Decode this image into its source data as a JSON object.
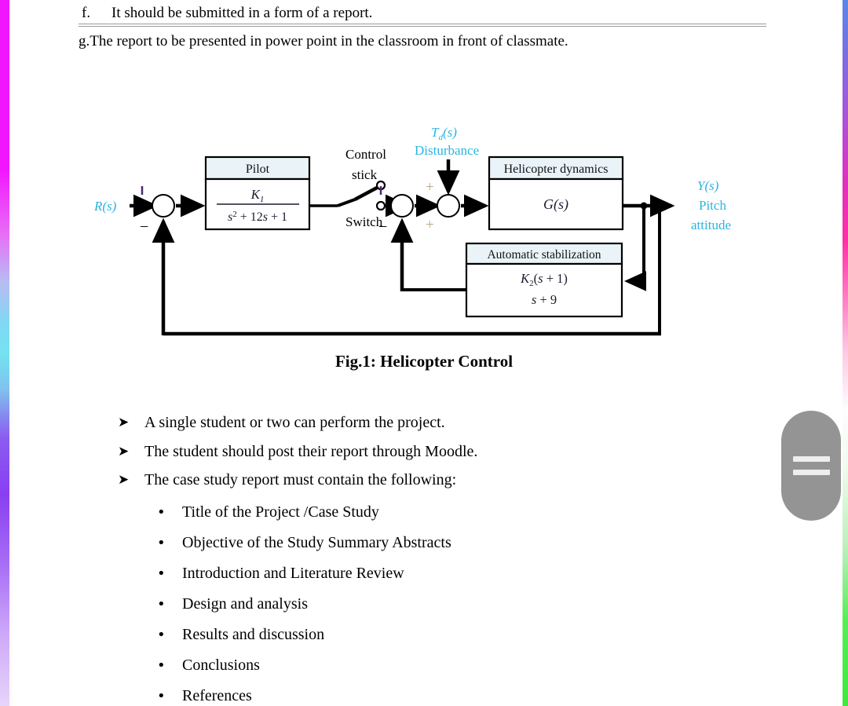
{
  "document": {
    "top_items": [
      {
        "marker": "f.",
        "text": "It should be submitted in a form of a report."
      },
      {
        "marker": "g.",
        "text": "The report to be presented in power point in the classroom in front of classmate."
      }
    ],
    "figure_caption": "Fig.1: Helicopter Control",
    "arrow_bullets": [
      {
        "glyph": "➤",
        "text": "A single student or two can perform the project."
      },
      {
        "glyph": "➤",
        "text": "The student should post their report through Moodle."
      },
      {
        "glyph": "➤",
        "text": "The case study report must contain the following:"
      }
    ],
    "dot_bullets": [
      {
        "glyph": "•",
        "text": "Title of the Project /Case Study"
      },
      {
        "glyph": "•",
        "text": "Objective of the Study Summary Abstracts"
      },
      {
        "glyph": "•",
        "text": "Introduction and Literature Review"
      },
      {
        "glyph": "•",
        "text": "Design and analysis"
      },
      {
        "glyph": "•",
        "text": "Results and discussion"
      },
      {
        "glyph": "•",
        "text": "Conclusions"
      },
      {
        "glyph": "•",
        "text": "References"
      }
    ]
  },
  "diagram": {
    "title": "Helicopter Control block diagram",
    "input_label": "R(s)",
    "disturbance_label_symbol": "T",
    "disturbance_label_sub": "d",
    "disturbance_label_arg": "(s)",
    "disturbance_label_text": "Disturbance",
    "output_label": "Y(s)",
    "output_text_line1": "Pitch",
    "output_text_line2": "attitude",
    "control_stick_line1": "Control",
    "control_stick_line2": "stick",
    "switch_label": "Switch",
    "blocks": [
      {
        "name": "pilot",
        "header": "Pilot",
        "numerator": "K",
        "numerator_sub": "1",
        "denominator": "s² + 12s + 1"
      },
      {
        "name": "helicopter-dynamics",
        "header": "Helicopter dynamics",
        "body": "G(s)"
      },
      {
        "name": "automatic-stabilization",
        "header": "Automatic stabilization",
        "numerator": "K₂(s + 1)",
        "denominator": "s + 9"
      }
    ],
    "sum_signs": {
      "sum1_minus": "−",
      "sum2_minus": "−",
      "sum3_plus_top": "+",
      "sum3_plus_bottom": "+"
    },
    "colors": {
      "label_cyan": "#2ab5e0",
      "block_header_fill": "#eaf4f8",
      "sign_plus": "#b9a87a",
      "line_black": "#000000",
      "formula_ink": "#1a1a2e"
    }
  },
  "overlay": {
    "drag_handle_name": "drag-handle",
    "drag_handle_color": "#949494"
  },
  "decor": {
    "left_strip_name": "left-gradient-strip",
    "right_strip_name": "right-gradient-strip"
  }
}
